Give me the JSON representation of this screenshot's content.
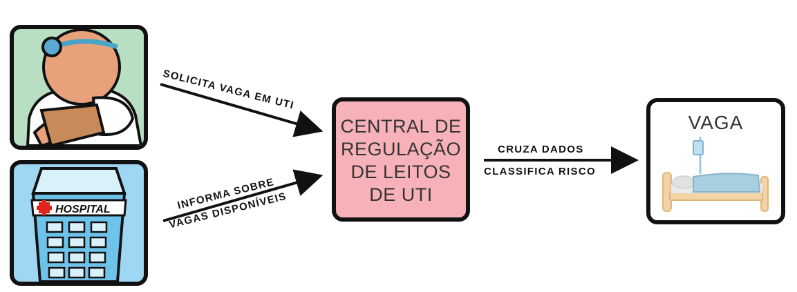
{
  "central": {
    "lines": "CENTRAL DE\nREGULAÇÃO\nDE LEITOS\nDE UTI"
  },
  "vaga": {
    "title": "VAGA"
  },
  "hospital": {
    "sign": "HOSPITAL"
  },
  "arrows": {
    "solicita": "SOLICITA VAGA EM UTI",
    "informa_line1": "INFORMA SOBRE",
    "informa_line2": "VAGAS DISPONÍVEIS",
    "cruza": "CRUZA DADOS",
    "classifica": "CLASSIFICA RISCO"
  },
  "colors": {
    "doctor_bg": "#b9dfc3",
    "hospital_bg": "#9fd6f2",
    "central_bg": "#f7b2b9",
    "outline": "#111111"
  },
  "icons": [
    "doctor-icon",
    "hospital-building-icon",
    "hospital-cross-icon",
    "hospital-bed-icon",
    "iv-drip-icon"
  ]
}
